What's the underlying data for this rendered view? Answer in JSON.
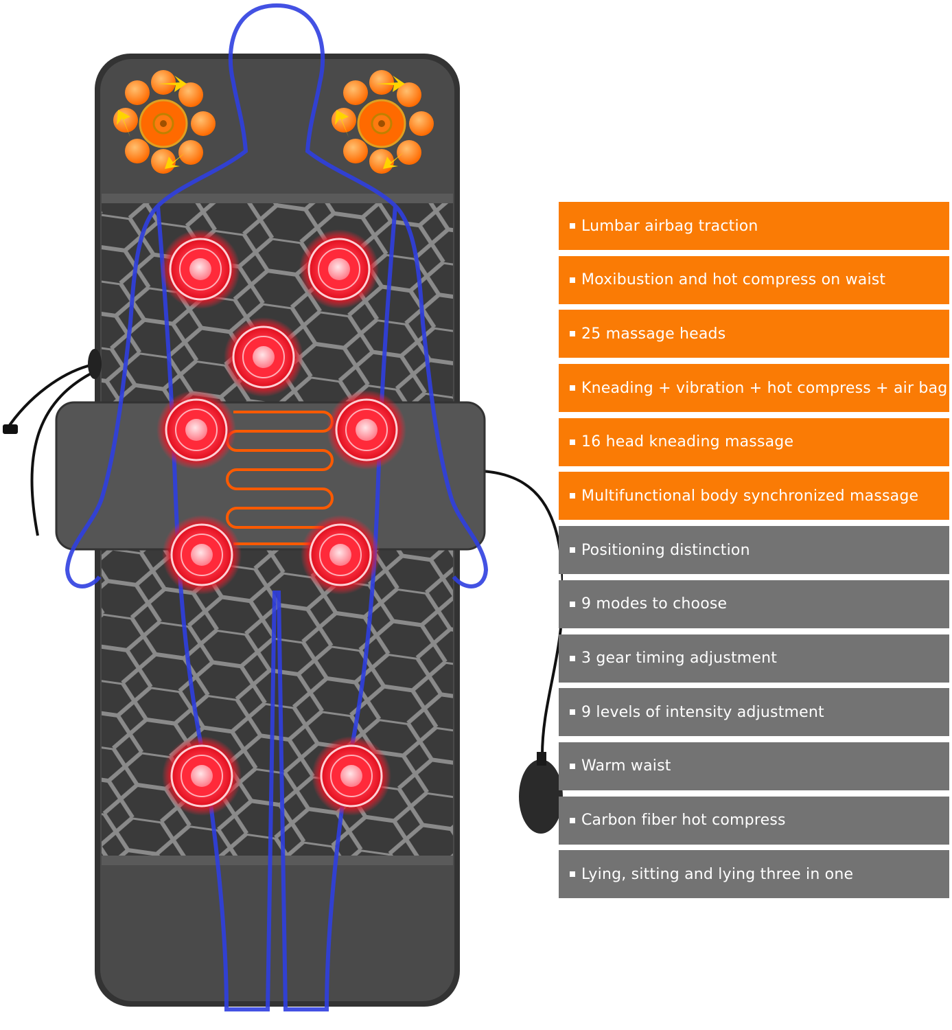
{
  "features": [
    {
      "text": "Lumbar airbag traction",
      "color": "orange"
    },
    {
      "text": "Moxibustion and hot compress on waist",
      "color": "orange"
    },
    {
      "text": "25 massage heads",
      "color": "orange"
    },
    {
      "text": "Kneading + vibration + hot compress + air bag",
      "color": "orange"
    },
    {
      "text": "16 head kneading massage",
      "color": "orange"
    },
    {
      "text": "Multifunctional body synchronized massage",
      "color": "orange"
    },
    {
      "text": "Positioning distinction",
      "color": "gray"
    },
    {
      "text": "9 modes to choose",
      "color": "gray"
    },
    {
      "text": "3 gear timing adjustment",
      "color": "gray"
    },
    {
      "text": "9 levels of intensity adjustment",
      "color": "gray"
    },
    {
      "text": "Warm waist",
      "color": "gray"
    },
    {
      "text": "Carbon fiber hot compress",
      "color": "gray"
    },
    {
      "text": "Lying, sitting and lying three in one",
      "color": "gray"
    }
  ],
  "colors": {
    "orange": "#fa7b05",
    "gray": "#737373",
    "mat": "#4a4a4a",
    "body_outline": "#2f3fe0",
    "massage_node": "#ff2a3a",
    "heat_wire": "#ff5a00"
  },
  "icons": [
    "square-bullet-icon",
    "massage-node-icon",
    "shoulder-kneading-icon",
    "rotation-arrow-icon",
    "heating-wire-icon",
    "air-pump-bulb-icon",
    "power-cable-icon"
  ]
}
